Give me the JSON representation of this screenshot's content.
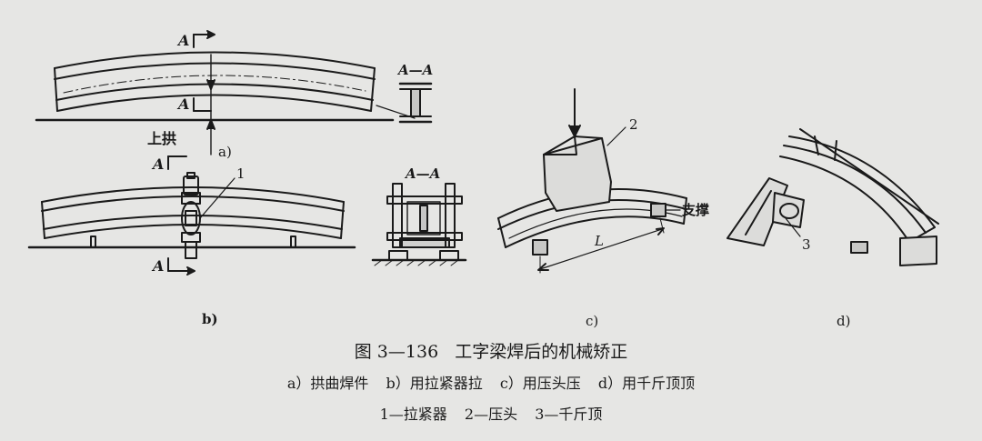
{
  "labels": {
    "section_marker": "A",
    "section_aa": "A—A",
    "camber": "上拱",
    "part1": "1",
    "part2": "2",
    "part3": "3",
    "support": "支撑",
    "length": "L",
    "sub_a": "a)",
    "sub_b": "b)",
    "sub_c": "c)",
    "sub_d": "d)"
  },
  "caption": {
    "figure_no": "图 3—136",
    "title": "工字梁焊后的机械矫正",
    "subfigures": [
      "a）拱曲焊件",
      "b）用拉紧器拉",
      "c）用压头压",
      "d）用千斤顶顶"
    ],
    "legend": [
      "1—拉紧器",
      "2—压头",
      "3—千斤顶"
    ]
  }
}
